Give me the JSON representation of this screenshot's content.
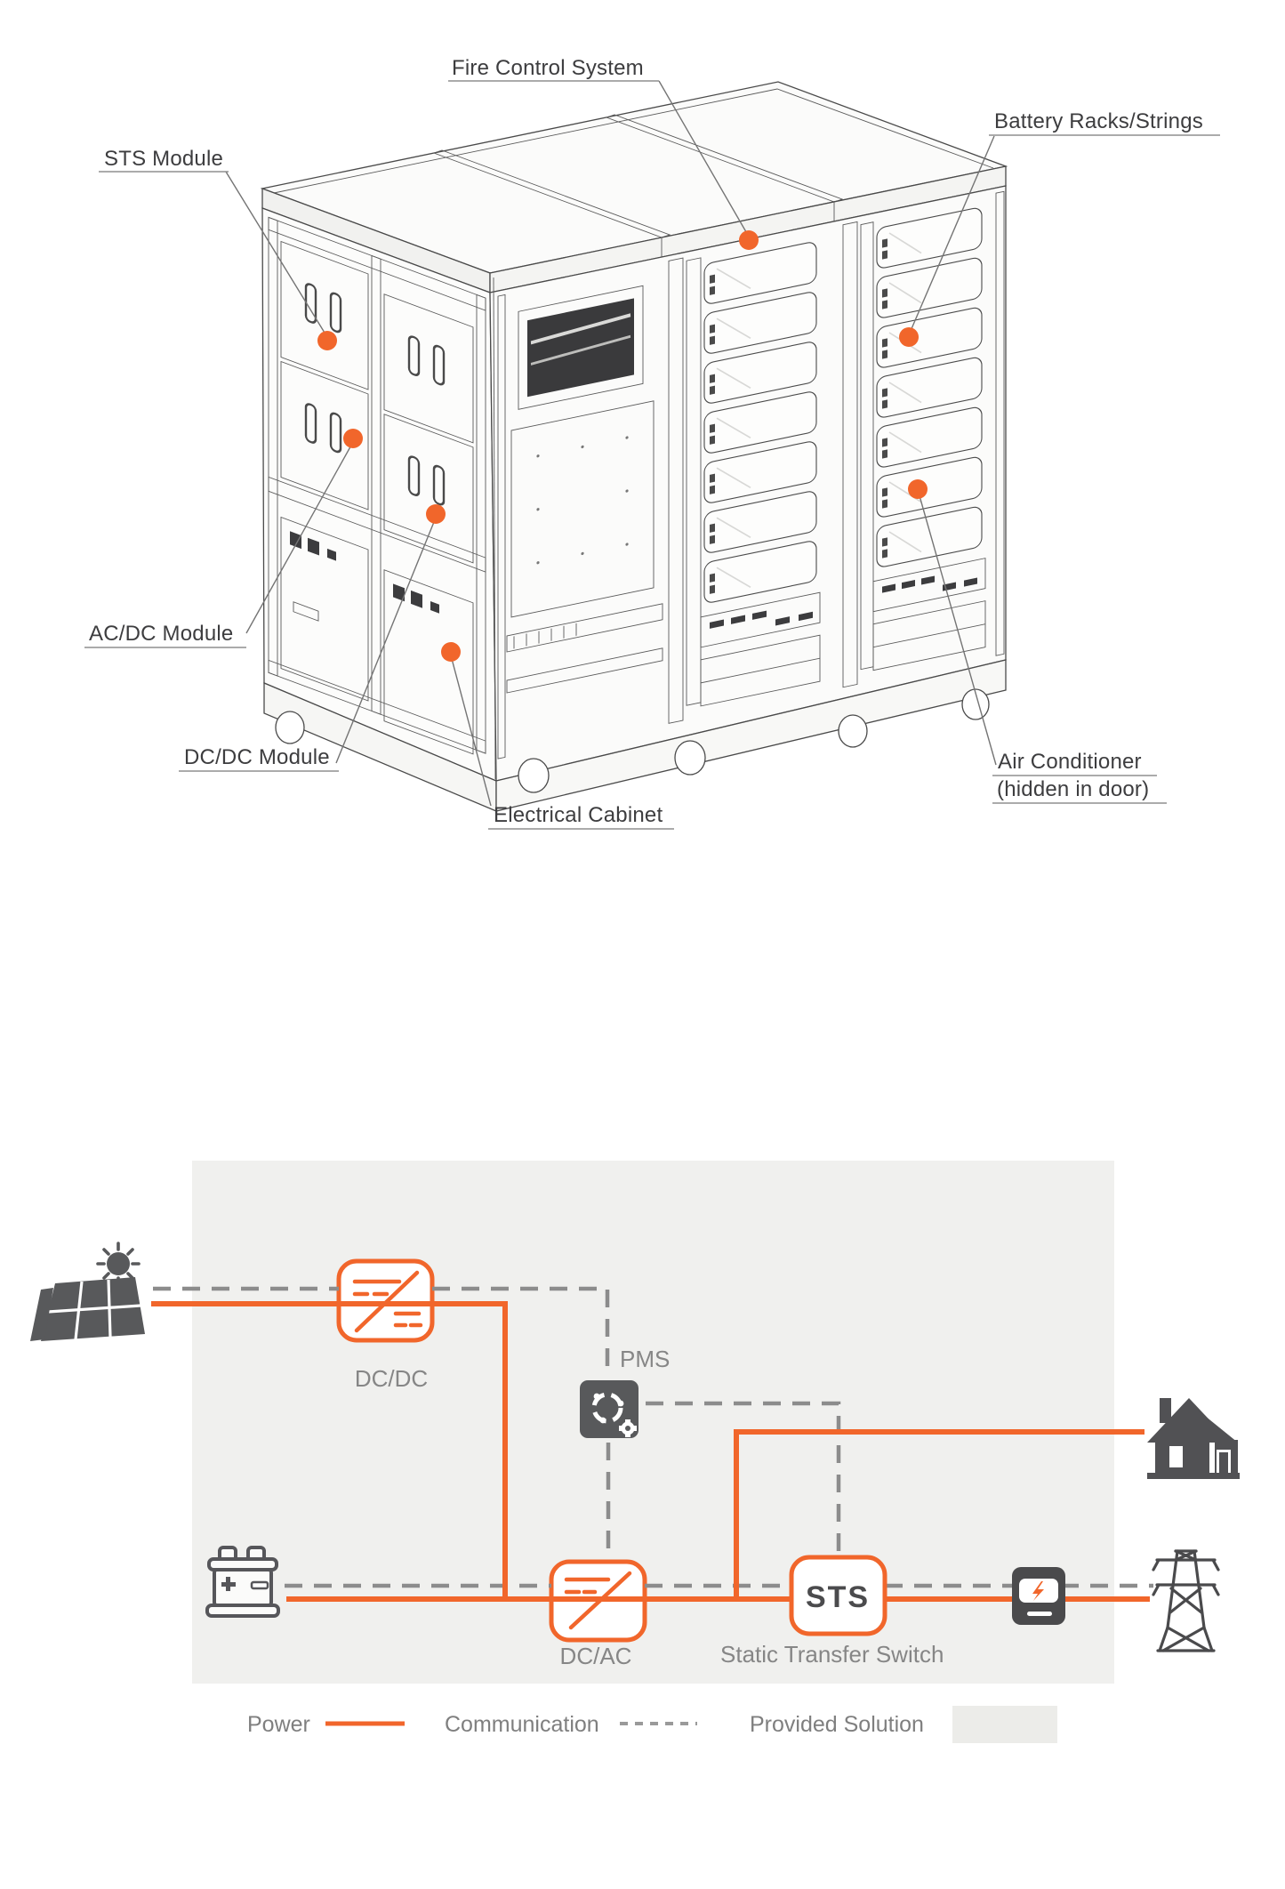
{
  "cabinet_diagram": {
    "labels": {
      "fire_control": "Fire Control System",
      "battery_racks": "Battery Racks/Strings",
      "sts_module": "STS Module",
      "acdc_module": "AC/DC Module",
      "dcdc_module": "DC/DC Module",
      "electrical_cabinet": "Electrical Cabinet",
      "air_conditioner_line1": "Air Conditioner",
      "air_conditioner_line2": "(hidden in door)"
    },
    "callout_dot_color": "#F1662B"
  },
  "flow_diagram": {
    "dcdc_box_caption": "DC/DC",
    "pms_caption": "PMS",
    "dcac_box_caption": "DC/AC",
    "sts_box_label": "STS",
    "sts_caption": "Static Transfer Switch",
    "icons": {
      "solar": "solar-panel-icon",
      "battery": "battery-icon",
      "pms": "pms-controller-icon",
      "meter": "energy-meter-icon",
      "house": "house-icon",
      "grid": "transmission-tower-icon"
    },
    "colors": {
      "power_line": "#F1662B",
      "communication_line": "#8C8C8C",
      "panel_background": "#F0F0EE",
      "icon_dark": "#58595B",
      "caption_text": "#858585"
    }
  },
  "legend": {
    "power_label": "Power",
    "communication_label": "Communication",
    "provided_solution_label": "Provided Solution"
  }
}
